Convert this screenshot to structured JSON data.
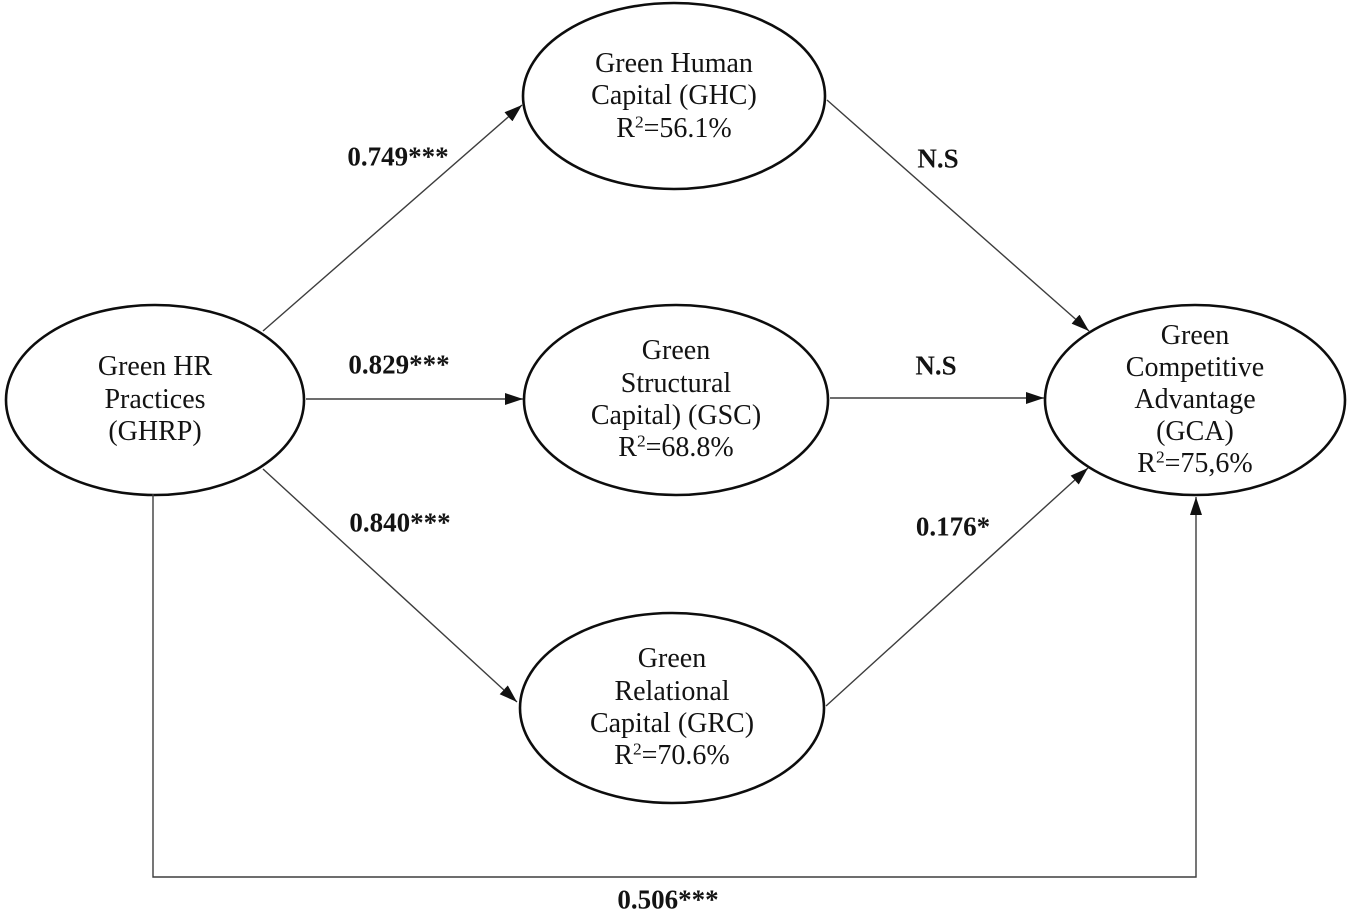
{
  "nodes": {
    "ghrp": {
      "lines": [
        "Green HR",
        "Practices",
        "(GHRP)"
      ]
    },
    "ghc": {
      "lines": [
        "Green Human",
        "Capital (GHC)"
      ],
      "r2": {
        "base": "R",
        "sup": "2",
        "rest": "=56.1%"
      }
    },
    "gsc": {
      "lines": [
        "Green",
        "Structural",
        "Capital) (GSC)"
      ],
      "r2": {
        "base": "R",
        "sup": "2",
        "rest": "=68.8%"
      }
    },
    "grc": {
      "lines": [
        "Green",
        "Relational",
        "Capital (GRC)"
      ],
      "r2": {
        "base": "R",
        "sup": "2",
        "rest": "=70.6%"
      }
    },
    "gca": {
      "lines": [
        "Green",
        "Competitive",
        "Advantage",
        "(GCA)"
      ],
      "r2": {
        "base": "R",
        "sup": "2",
        "rest": "=75,6%"
      }
    }
  },
  "edges": {
    "ghrp_to_ghc": {
      "label": "0.749***"
    },
    "ghrp_to_gsc": {
      "label": "0.829***"
    },
    "ghrp_to_grc": {
      "label": "0.840***"
    },
    "ghc_to_gca": {
      "label": "N.S"
    },
    "gsc_to_gca": {
      "label": "N.S"
    },
    "grc_to_gca": {
      "label": "0.176*"
    },
    "ghrp_to_gca": {
      "label": "0.506***"
    }
  },
  "colors": {
    "ellipse_stroke": "#0d0d0d",
    "arrow_stroke": "#3d3d3d",
    "text": "#131313",
    "background": "#ffffff"
  }
}
